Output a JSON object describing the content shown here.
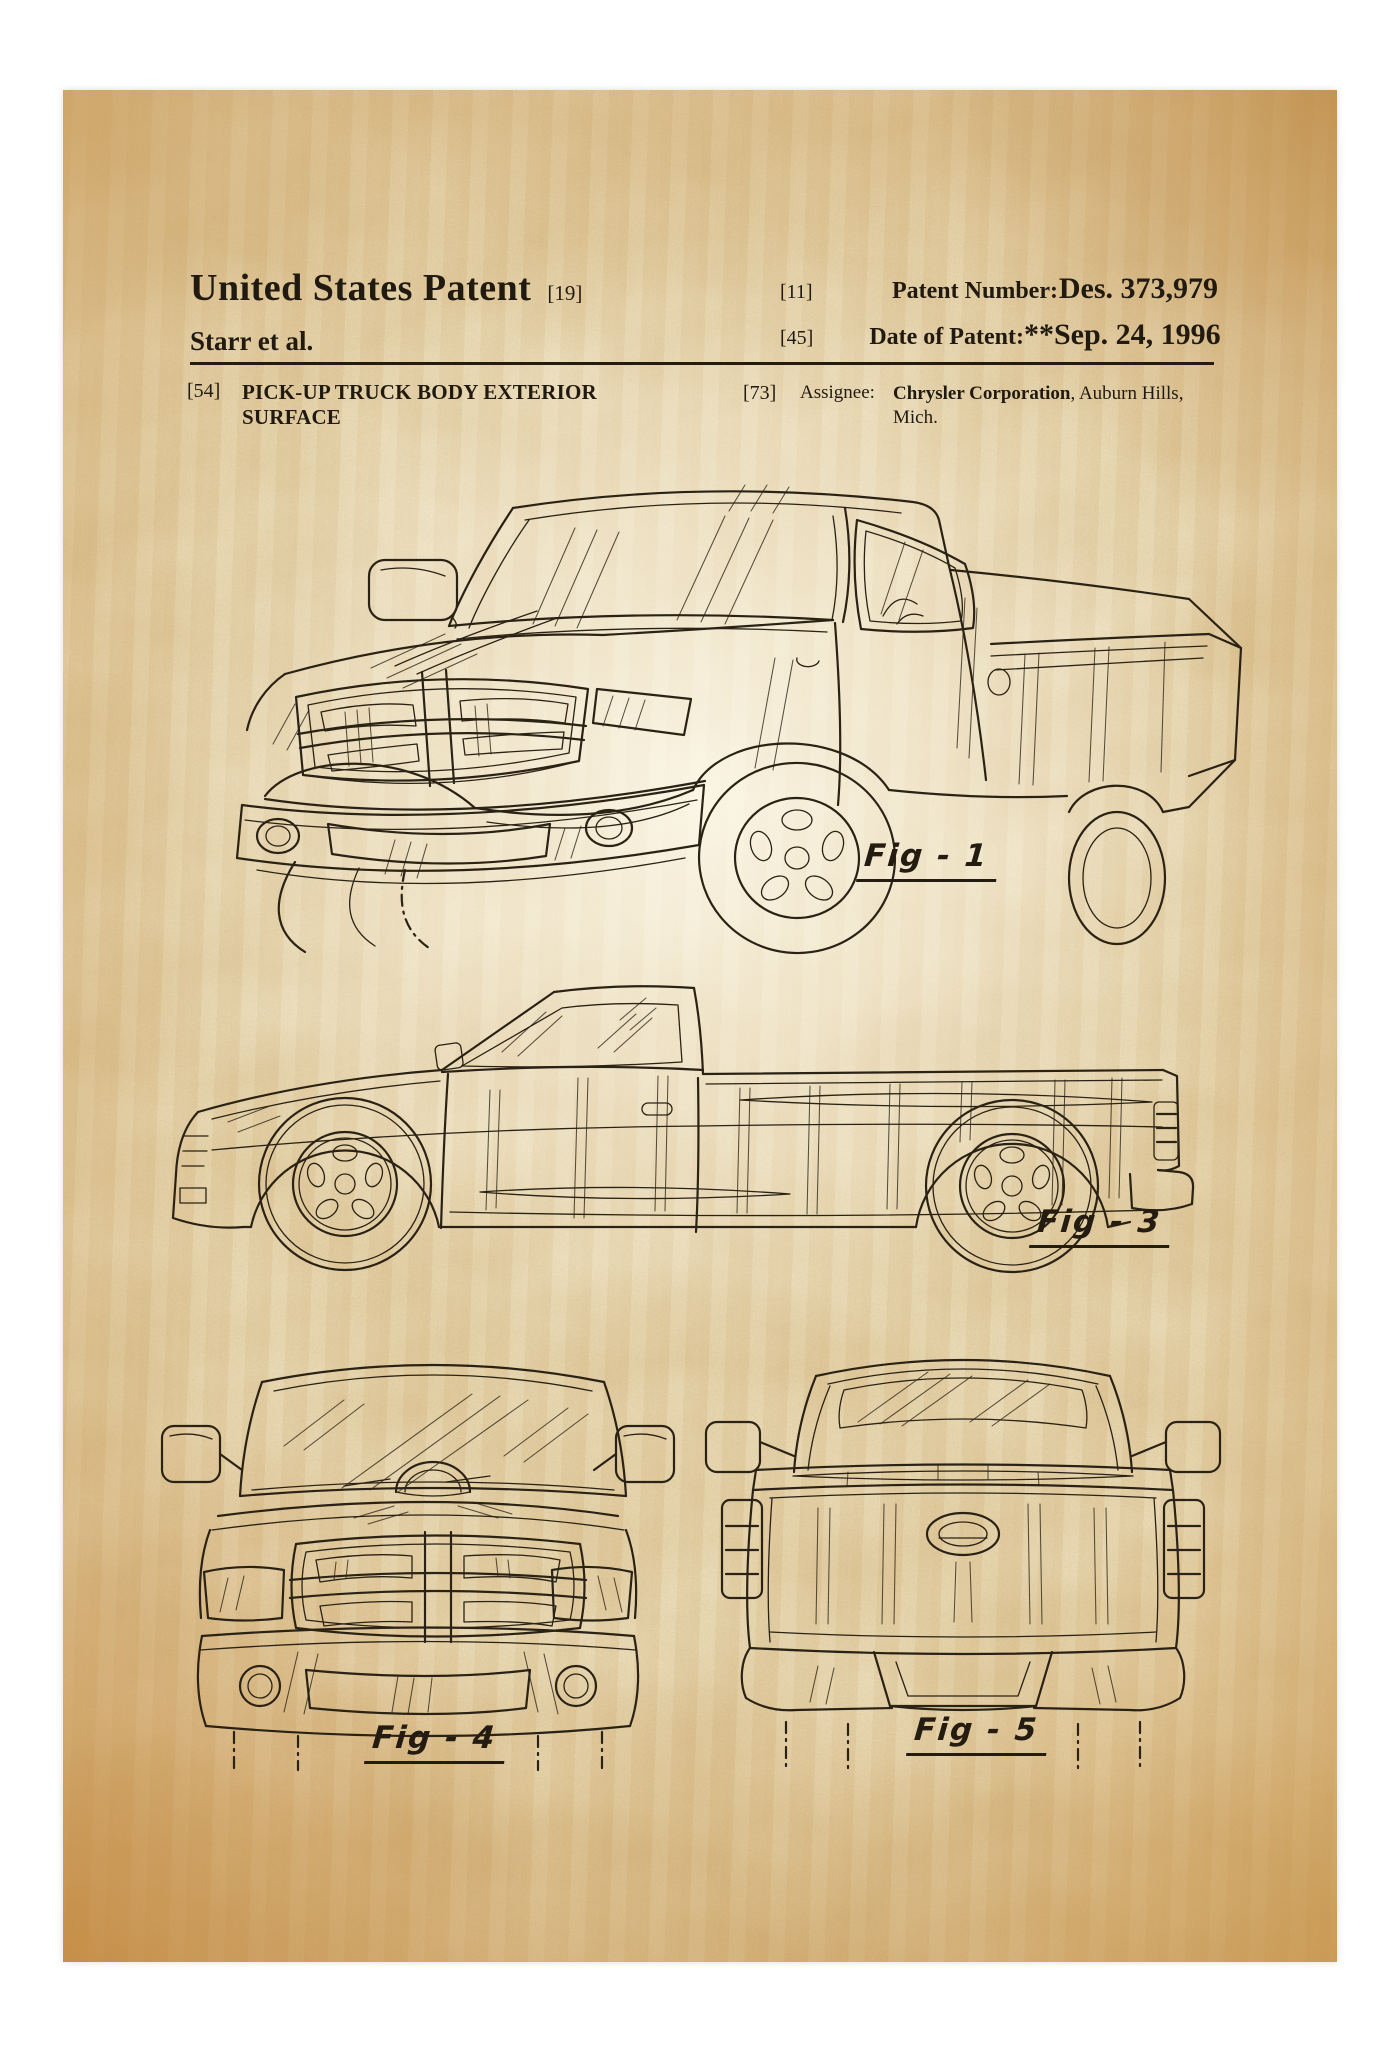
{
  "page": {
    "background": "#ffffff"
  },
  "paper": {
    "base_color": "#eedfba",
    "highlight_color": "#fdf8ea",
    "edge_color": "#c08038",
    "ink_color": "#2a2214",
    "text_color": "#211a10"
  },
  "header": {
    "title": "United States Patent",
    "title_code": "[19]",
    "inventor_line": "Starr et al.",
    "fields": [
      {
        "code": "[11]",
        "label": "Patent Number:",
        "value": "Des. 373,979"
      },
      {
        "code": "[45]",
        "label": "Date of Patent:",
        "value": "**Sep. 24, 1996"
      }
    ],
    "section54": {
      "code": "[54]",
      "title_line1": "PICK-UP TRUCK BODY EXTERIOR",
      "title_line2": "SURFACE"
    },
    "section73": {
      "code": "[73]",
      "label": "Assignee:",
      "assignee_name": "Chrysler Corporation",
      "assignee_location": ", Auburn Hills,",
      "assignee_line2": "Mich."
    }
  },
  "figures": [
    {
      "label": "Fig - 1"
    },
    {
      "label": "Fig - 3"
    },
    {
      "label": "Fig - 4"
    },
    {
      "label": "Fig - 5"
    }
  ]
}
